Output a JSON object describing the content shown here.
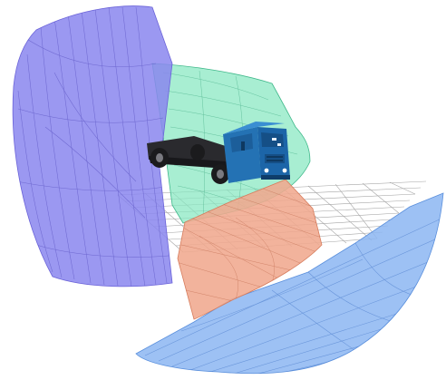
{
  "scene": {
    "subject": "truck-cab-with-chassis",
    "projection_surfaces": [
      {
        "name": "left",
        "color": "#8A86EE"
      },
      {
        "name": "top-front",
        "color": "#86E8C0"
      },
      {
        "name": "front-ground",
        "color": "#F0A88E"
      },
      {
        "name": "right-ground",
        "color": "#8CB6F2"
      }
    ],
    "truck_colors": {
      "cab": "#2472B4",
      "cab_dark": "#154F86",
      "chassis": "#2A2A2E",
      "wheel": "#1B1B1D"
    },
    "grid": {
      "has_ground_grid": true
    }
  }
}
